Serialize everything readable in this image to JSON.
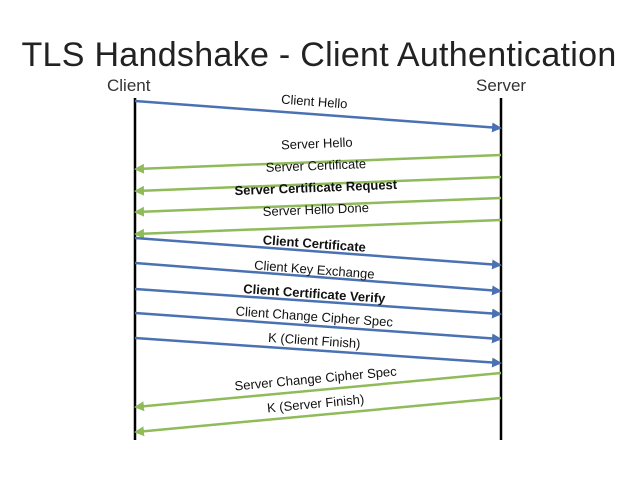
{
  "title": "TLS Handshake - Client Authentication",
  "parties": {
    "client": "Client",
    "server": "Server"
  },
  "colors": {
    "client_to_server": "#4a72b3",
    "server_to_client": "#8fbb5a",
    "lifeline": "#000000"
  },
  "messages": [
    {
      "label": "Client Hello",
      "direction": "client-to-server",
      "bold": false
    },
    {
      "label": "Server Hello",
      "direction": "server-to-client",
      "bold": false
    },
    {
      "label": "Server Certificate",
      "direction": "server-to-client",
      "bold": false
    },
    {
      "label": "Server Certificate Request",
      "direction": "server-to-client",
      "bold": true
    },
    {
      "label": "Server Hello Done",
      "direction": "server-to-client",
      "bold": false
    },
    {
      "label": "Client Certificate",
      "direction": "client-to-server",
      "bold": true
    },
    {
      "label": "Client Key Exchange",
      "direction": "client-to-server",
      "bold": false
    },
    {
      "label": "Client Certificate Verify",
      "direction": "client-to-server",
      "bold": true
    },
    {
      "label": "Client Change Cipher Spec",
      "direction": "client-to-server",
      "bold": false
    },
    {
      "label": "K (Client Finish)",
      "direction": "client-to-server",
      "bold": false
    },
    {
      "label": "Server Change Cipher Spec",
      "direction": "server-to-client",
      "bold": false
    },
    {
      "label": "K (Server Finish)",
      "direction": "server-to-client",
      "bold": false
    }
  ]
}
